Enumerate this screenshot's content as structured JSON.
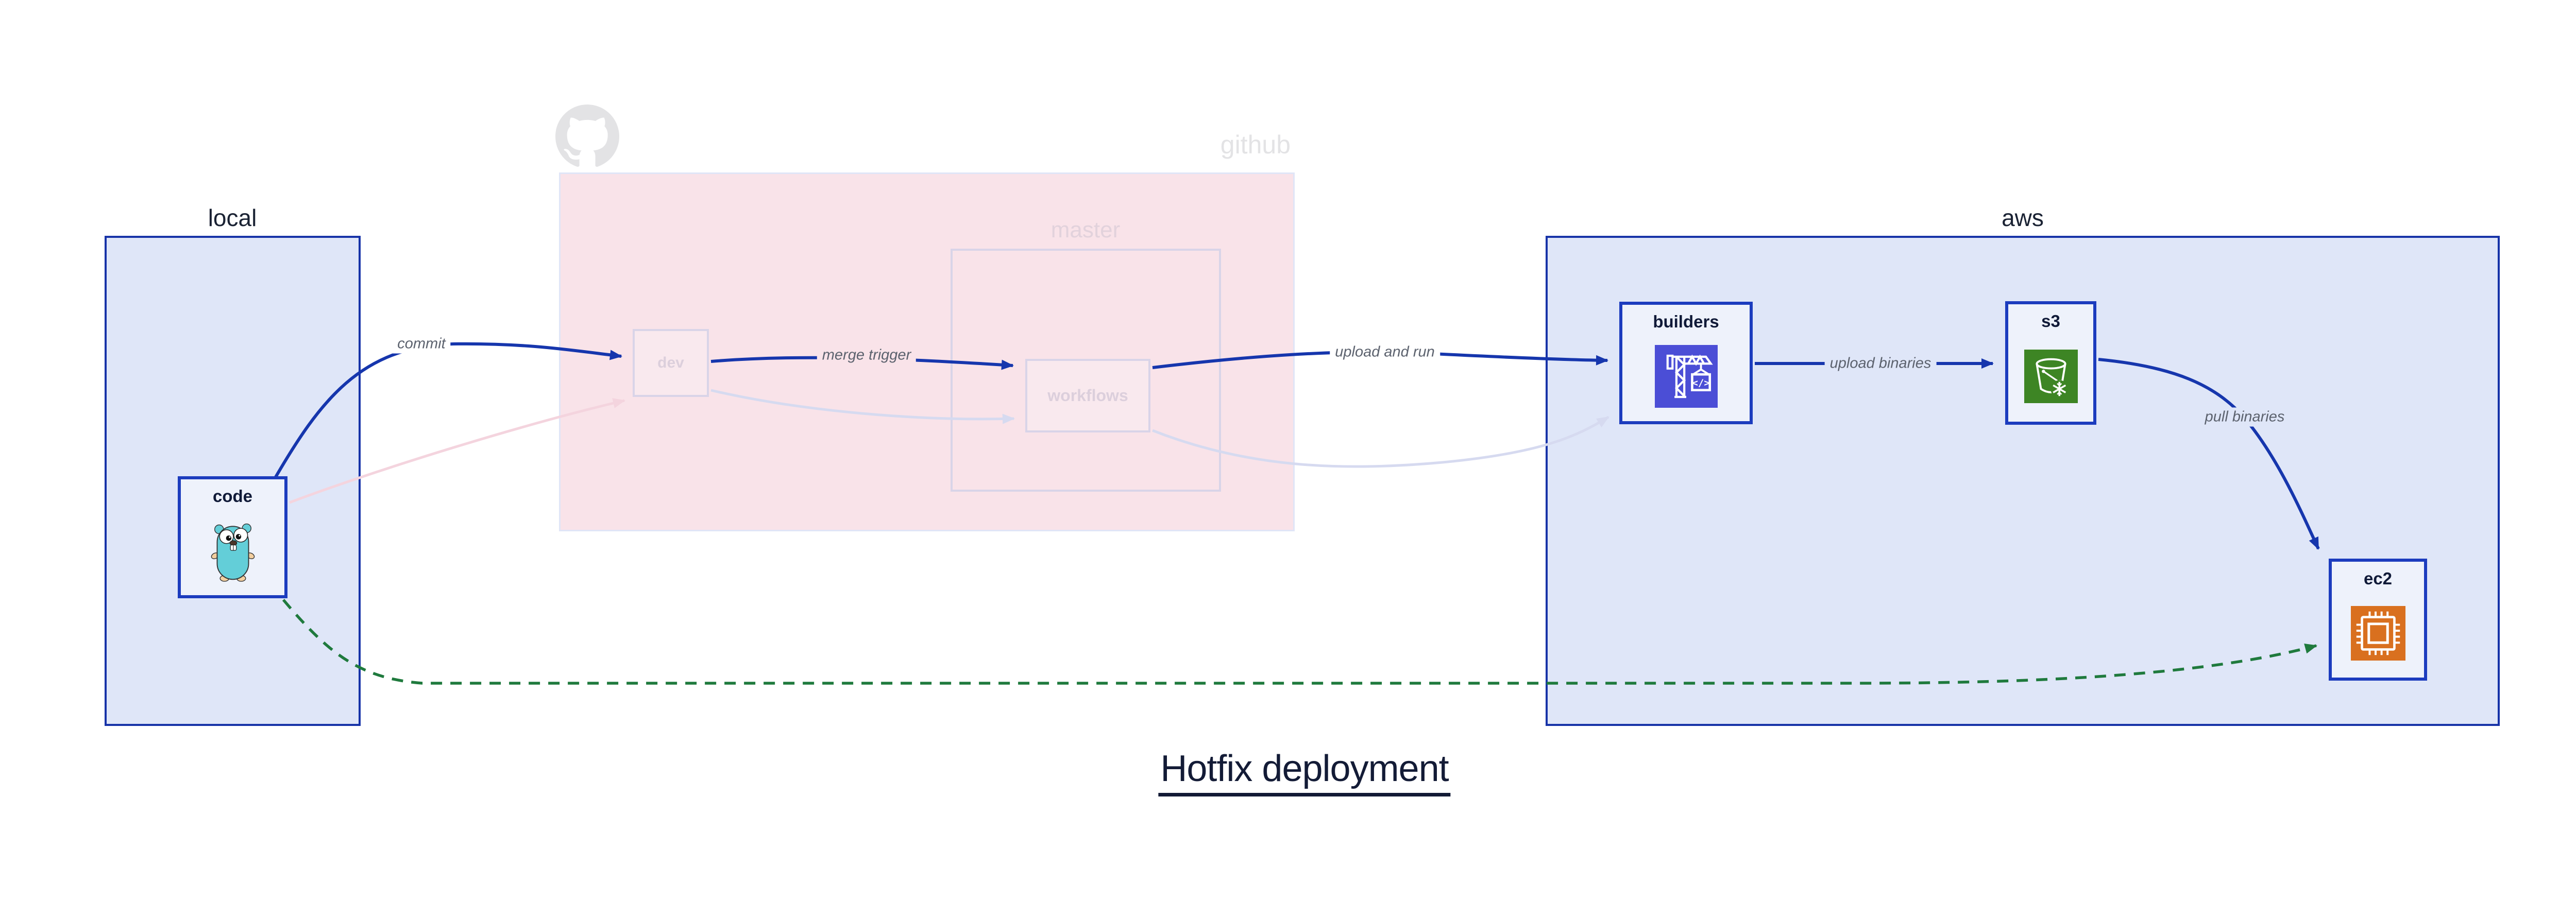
{
  "title": {
    "text": "Hotfix deployment"
  },
  "groups": {
    "local": {
      "label": "local"
    },
    "github": {
      "label": "github",
      "icon": "github-octocat-icon",
      "master": {
        "label": "master"
      }
    },
    "aws": {
      "label": "aws"
    }
  },
  "nodes": {
    "code": {
      "label": "code",
      "icon": "go-gopher-icon"
    },
    "dev": {
      "label": "dev"
    },
    "workflows": {
      "label": "workflows"
    },
    "builders": {
      "label": "builders",
      "icon": "codebuild-crane-icon"
    },
    "s3": {
      "label": "s3",
      "icon": "s3-bucket-snowflake-icon"
    },
    "ec2": {
      "label": "ec2",
      "icon": "ec2-chip-icon"
    }
  },
  "edges": {
    "commit": {
      "label": "commit"
    },
    "merge_trigger": {
      "label": "merge trigger"
    },
    "upload_and_run": {
      "label": "upload and run"
    },
    "upload_binaries": {
      "label": "upload binaries"
    },
    "pull_binaries": {
      "label": "pull binaries"
    }
  },
  "colors": {
    "edge-blue": "#1636ad",
    "edge-green": "#1f7a3d",
    "edge-faded-pink": "#f4d4de",
    "edge-faded-lavender": "#d6daf0",
    "group-blue-fill": "#dfe6f8",
    "group-blue-border": "#1733a8",
    "node-fill": "#eef2fb",
    "node-border": "#1c3cbe",
    "node-label": "#101a38",
    "github-fill": "#f9e3e9",
    "github-border": "#e0e5f7",
    "faded-border": "#d9d4e8",
    "faded-label": "#dccfdc",
    "faded-node-fill": "#f9e9ee",
    "gray-ghost": "#e3e3e5",
    "edge-label": "#5c626e",
    "title-color": "#131b36",
    "icon-codebuild": "#4b4ed6",
    "icon-s3": "#3d8524",
    "icon-ec2": "#d9701f",
    "gopher-teal": "#63ced8"
  }
}
